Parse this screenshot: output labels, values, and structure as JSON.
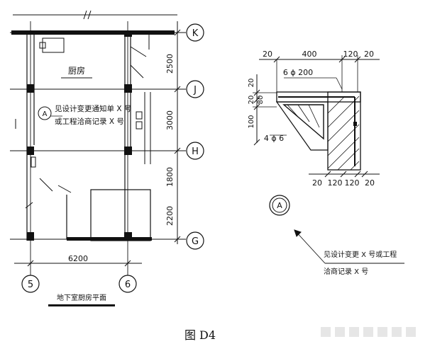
{
  "plan": {
    "room_label": "厨房",
    "note_line1": "见设计变更通知单 X 号",
    "note_line2": "或工程洽商记录 X 号",
    "callout_letter": "A",
    "title": "地下室厨房平面",
    "grid_rows": [
      "K",
      "J",
      "H",
      "G"
    ],
    "grid_cols": [
      "5",
      "6"
    ],
    "row_dims": [
      "2500",
      "3000",
      "1800",
      "2200"
    ],
    "col_dim": "6200"
  },
  "detail": {
    "top_dims": [
      "20",
      "400",
      "120",
      "20"
    ],
    "top_rebar": "6 ϕ 200",
    "left_dims": [
      "20",
      "20",
      "80",
      "100"
    ],
    "side_rebar": "4 ϕ 6",
    "bottom_dims": [
      "20",
      "120",
      "120",
      "20"
    ],
    "callout_letter": "A",
    "note_line1": "见设计变更 X 号或工程",
    "note_line2": "洽商记录 X 号"
  },
  "figure_caption": "图 D4"
}
